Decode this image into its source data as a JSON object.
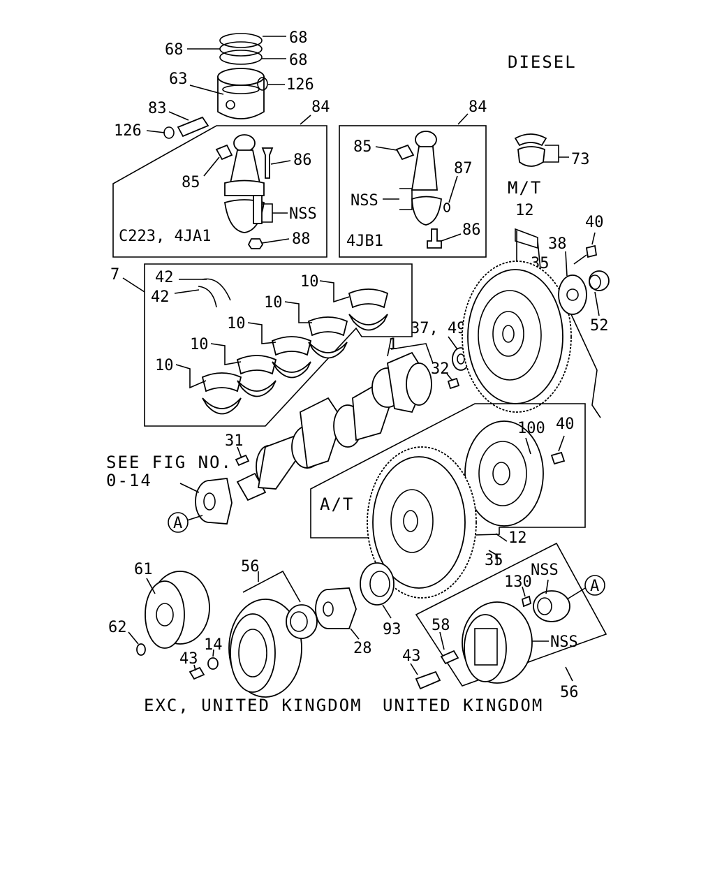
{
  "header": {
    "engine": "DIESEL",
    "transmission_mt": "M/T",
    "transmission_at": "A/T"
  },
  "boxes": {
    "rod_a_variant": "C223, 4JA1",
    "rod_b_variant": "4JB1"
  },
  "see_fig": {
    "line1": "SEE FIG NO.",
    "line2": "0-14"
  },
  "footer": {
    "left": "EXC, UNITED KINGDOM",
    "right": "UNITED KINGDOM"
  },
  "callouts": {
    "ring_top": "68",
    "ring_left": "68",
    "ring_mid": "68",
    "piston": "63",
    "snap_ring_r": "126",
    "pin": "83",
    "snap_ring_l": "126",
    "rod_a": "84",
    "bush_a": "85",
    "bolt_a": "86",
    "nss_a": "NSS",
    "nut_a": "88",
    "rod_b": "84",
    "bush_b": "85",
    "pin_b": "87",
    "nss_b": "NSS",
    "bolt_b": "86",
    "thrust_bearing": "73",
    "bearing_set": "7",
    "thrust_top": "42",
    "thrust_bot": "42",
    "bearing_1": "10",
    "bearing_2": "10",
    "bearing_3": "10",
    "bearing_4": "10",
    "bearing_5": "10",
    "crankshaft": "1",
    "pilot_bearing": "37, 49",
    "dowel": "32",
    "key": "31",
    "flywheel_mt": "12",
    "ring_gear_mt": "35",
    "plate": "38",
    "bolt_mt": "40",
    "bearing_mt": "52",
    "flexplate": "100",
    "bolt_at": "40",
    "flywheel_at": "12",
    "ring_gear_at": "35",
    "pulley_small": "61",
    "washer_small": "62",
    "bolt_small": "43",
    "washer_14": "14",
    "damper_exc": "56",
    "gear": "28",
    "seal": "93",
    "damper_uk": "56",
    "bolt_58": "58",
    "bolt_uk": "43",
    "pin_130": "130",
    "nss_uk_top": "NSS",
    "nss_uk_mid": "NSS"
  },
  "ref_marks": {
    "circle_left": "A",
    "circle_right": "A"
  }
}
